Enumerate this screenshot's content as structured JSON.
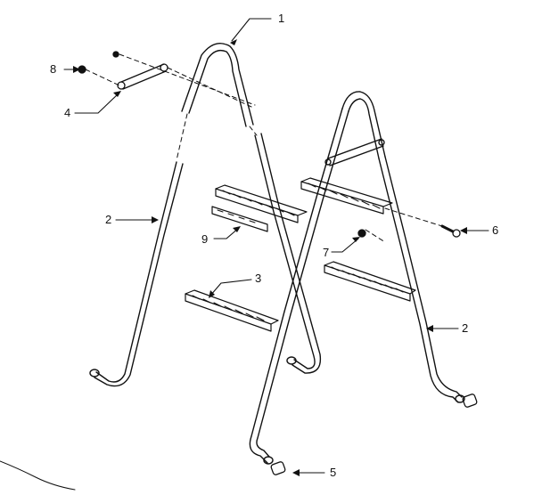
{
  "callouts": [
    {
      "id": "c1",
      "text": "1"
    },
    {
      "id": "c2a",
      "text": "2"
    },
    {
      "id": "c2b",
      "text": "2"
    },
    {
      "id": "c3",
      "text": "3"
    },
    {
      "id": "c4",
      "text": "4"
    },
    {
      "id": "c5",
      "text": "5"
    },
    {
      "id": "c6",
      "text": "6"
    },
    {
      "id": "c7",
      "text": "7"
    },
    {
      "id": "c8",
      "text": "8"
    },
    {
      "id": "c9",
      "text": "9"
    }
  ],
  "colors": {
    "ink": "#111111",
    "background": "#ffffff"
  }
}
